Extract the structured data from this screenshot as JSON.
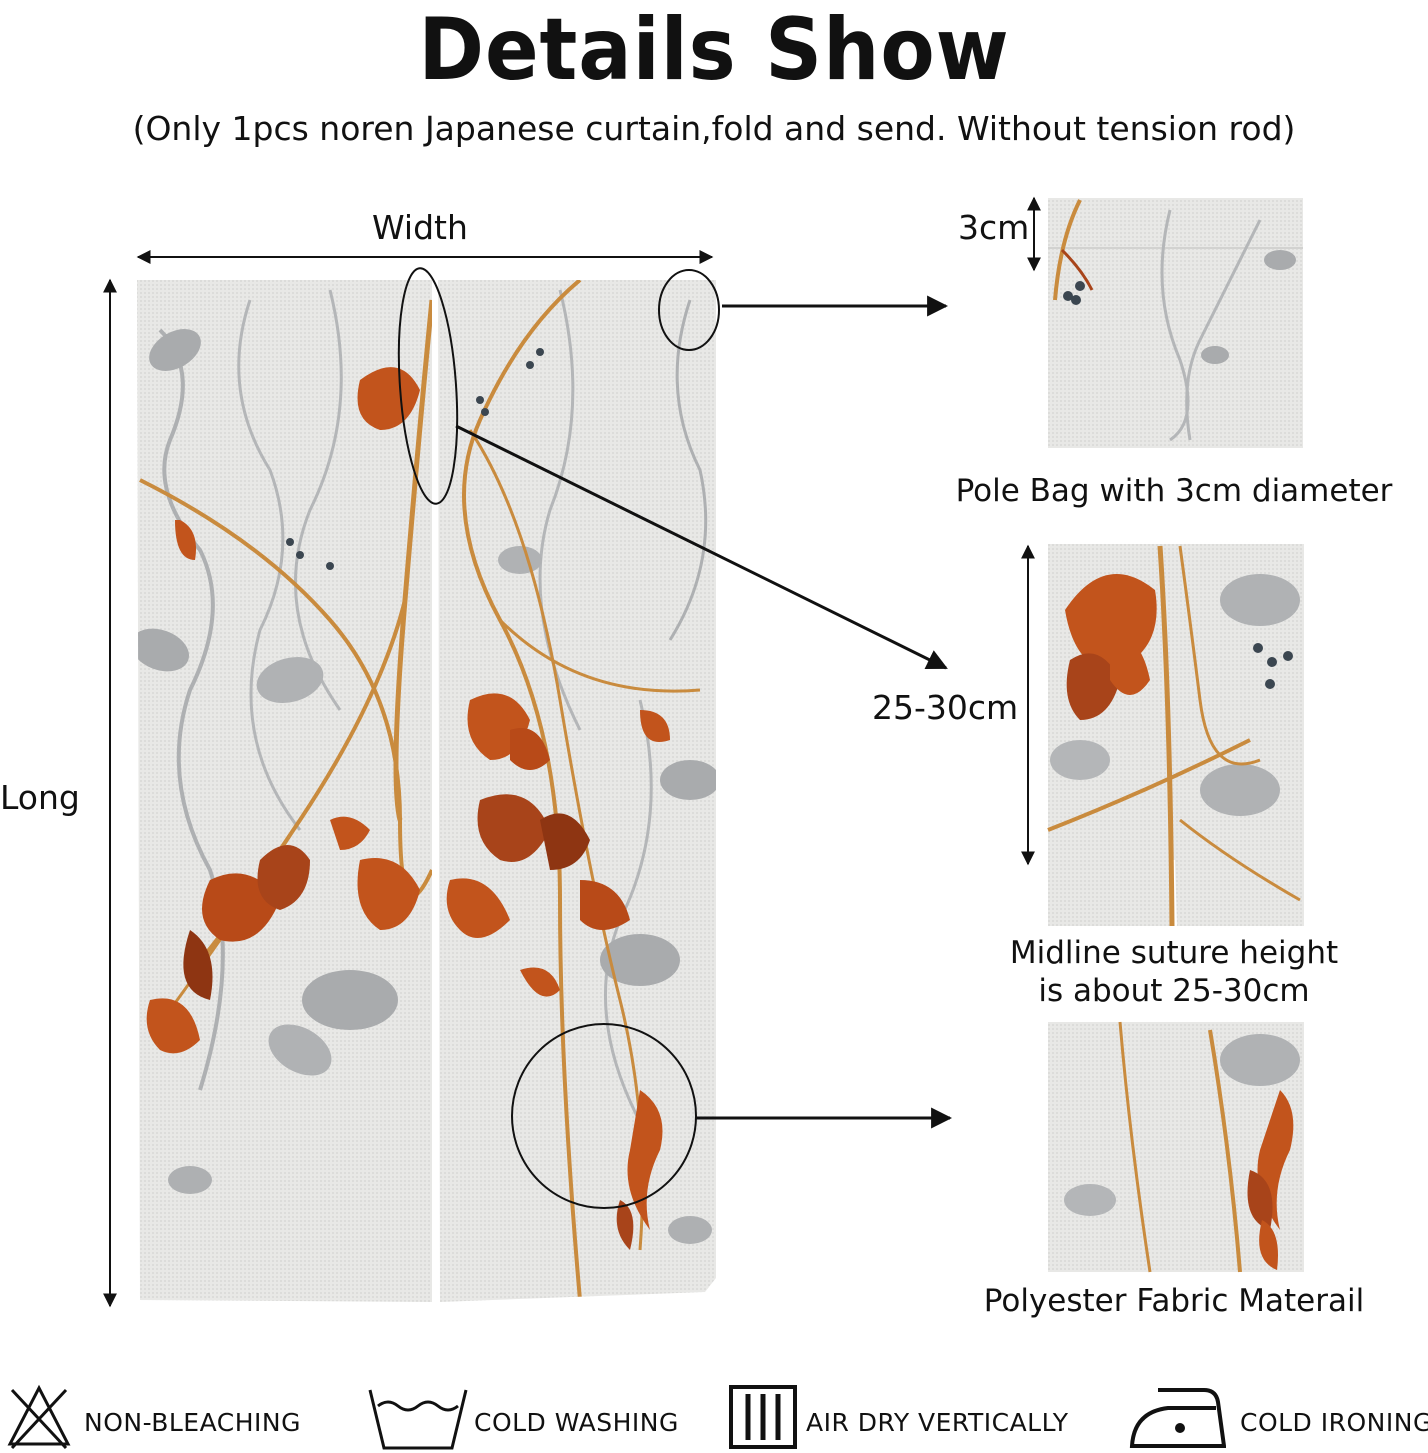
{
  "header": {
    "title": "Details Show",
    "subtitle": "(Only 1pcs noren Japanese curtain,fold and send. Without tension rod)"
  },
  "dimensions": {
    "width_label": "Width",
    "long_label": "Long",
    "rod_pocket_size": "3cm",
    "suture_height": "25-30cm"
  },
  "details": [
    {
      "caption": "Pole Bag with 3cm diameter"
    },
    {
      "caption_line1": "Midline suture height",
      "caption_line2": "is about 25-30cm"
    },
    {
      "caption": "Polyester Fabric Materail"
    }
  ],
  "care": [
    {
      "icon": "non-bleaching-icon",
      "label": "NON-BLEACHING"
    },
    {
      "icon": "cold-washing-icon",
      "label": "COLD WASHING"
    },
    {
      "icon": "air-dry-vertically-icon",
      "label": "AIR DRY VERTICALLY"
    },
    {
      "icon": "cold-ironing-icon",
      "label": "COLD IRONING"
    }
  ],
  "colors": {
    "fabric": "#e6e6e4",
    "shadow": "#a9abad",
    "leaf": "#c2541c",
    "leaf_dark": "#8e3512",
    "stem": "#c98b3e",
    "berry": "#3b4650",
    "ink": "#111111"
  }
}
